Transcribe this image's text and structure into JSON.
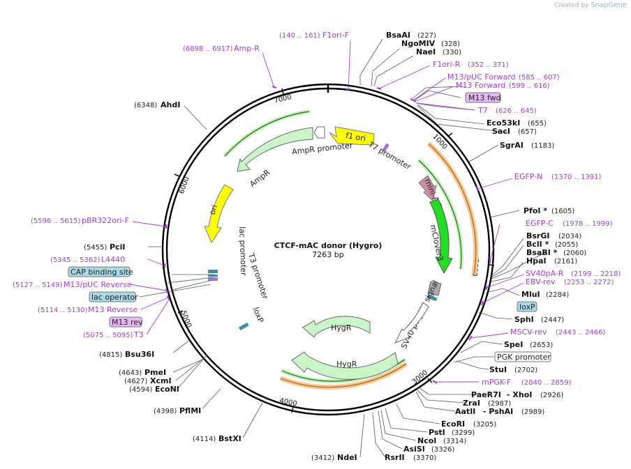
{
  "credit": {
    "prefix": "Created by",
    "brand": "SnapGene"
  },
  "plasmid": {
    "name": "CTCF-mAC donor (Hygro)",
    "length": "7263 bp"
  },
  "ticks": [
    "1000",
    "2000",
    "3000",
    "4000",
    "5000",
    "6000",
    "7000"
  ],
  "sites": [
    {
      "name": "BsaAI",
      "pos": "(227)"
    },
    {
      "name": "NgoMIV",
      "pos": "(328)"
    },
    {
      "name": "NaeI",
      "pos": "(330)"
    },
    {
      "name": "Eco53kI",
      "pos": "(655)"
    },
    {
      "name": "SacI",
      "pos": "(657)"
    },
    {
      "name": "SgrAI",
      "pos": "(1183)"
    },
    {
      "name": "PfoI *",
      "pos": "(1605)"
    },
    {
      "name": "BsrGI",
      "pos": "(2034)"
    },
    {
      "name": "BclI *",
      "pos": "(2055)"
    },
    {
      "name": "BsaBI *",
      "pos": "(2060)"
    },
    {
      "name": "HpaI",
      "pos": "(2161)"
    },
    {
      "name": "MluI",
      "pos": "(2284)"
    },
    {
      "name": "SphI",
      "pos": "(2447)"
    },
    {
      "name": "SpeI",
      "pos": "(2653)"
    },
    {
      "name": "StuI",
      "pos": "(2702)"
    },
    {
      "name": "PaeR7I",
      "pos": ""
    },
    {
      "name": "- XhoI",
      "pos": "(2926)"
    },
    {
      "name": "ZraI",
      "pos": "(2987)"
    },
    {
      "name": "AatII",
      "pos": ""
    },
    {
      "name": "- PshAI",
      "pos": "(2989)"
    },
    {
      "name": "EcoRI",
      "pos": "(3205)"
    },
    {
      "name": "PstI",
      "pos": "(3299)"
    },
    {
      "name": "NcoI",
      "pos": "(3314)"
    },
    {
      "name": "AsiSI",
      "pos": "(3326)"
    },
    {
      "name": "RsrII",
      "pos": "(3370)"
    },
    {
      "name": "NdeI",
      "pos": "(3412)"
    },
    {
      "name": "BstXI",
      "pos": "(4114)"
    },
    {
      "name": "PflMI",
      "pos": "(4398)"
    },
    {
      "name": "EcoNI",
      "pos": "(4594)"
    },
    {
      "name": "XcmI",
      "pos": "(4627)"
    },
    {
      "name": "PmeI",
      "pos": "(4643)"
    },
    {
      "name": "Bsu36I",
      "pos": "(4815)"
    },
    {
      "name": "PciI",
      "pos": "(5455)"
    },
    {
      "name": "AhdI",
      "pos": "(6348)"
    }
  ],
  "primers": [
    {
      "name": "F1ori-F",
      "pos": "(140 .. 161)"
    },
    {
      "name": "Amp-R",
      "pos": "(6898 .. 6917)"
    },
    {
      "name": "F1ori-R",
      "pos": "(352 .. 371)"
    },
    {
      "name": "M13/pUC Forward",
      "pos": "(585 .. 607)"
    },
    {
      "name": "M13 Forward",
      "pos": "(599 .. 616)"
    },
    {
      "name": "T7",
      "pos": "(626 .. 645)"
    },
    {
      "name": "EGFP-N",
      "pos": "(1370 .. 1391)"
    },
    {
      "name": "EGFP-C",
      "pos": "(1978 .. 1999)"
    },
    {
      "name": "SV40pA-R",
      "pos": "(2199 .. 2218)"
    },
    {
      "name": "EBV-rev",
      "pos": "(2253 .. 2272)"
    },
    {
      "name": "MSCV-rev",
      "pos": "(2443 .. 2466)"
    },
    {
      "name": "mPGK-F",
      "pos": "(2840 .. 2859)"
    },
    {
      "name": "pBR322ori-F",
      "pos": "(5596 .. 5615)"
    },
    {
      "name": "L4440",
      "pos": "(5345 .. 5362)"
    },
    {
      "name": "M13/pUC Reverse",
      "pos": "(5127 .. 5149)"
    },
    {
      "name": "M13 Reverse",
      "pos": "(5114 .. 5130)"
    },
    {
      "name": "T3",
      "pos": "(5075 .. 5095)"
    }
  ],
  "boxes": [
    "M13 fwd",
    "loxP",
    "PGK promoter",
    "CAP binding site",
    "lac operator",
    "M13 rev"
  ],
  "features": [
    "f1 ori",
    "AmpR promoter",
    "AmpR",
    "T7 promoter",
    "mini-AID",
    "mClover3",
    "ori",
    "lac promoter",
    "T3 promoter",
    "loxP",
    "SV40 poly(A) signal",
    "HygR",
    "HygR"
  ]
}
